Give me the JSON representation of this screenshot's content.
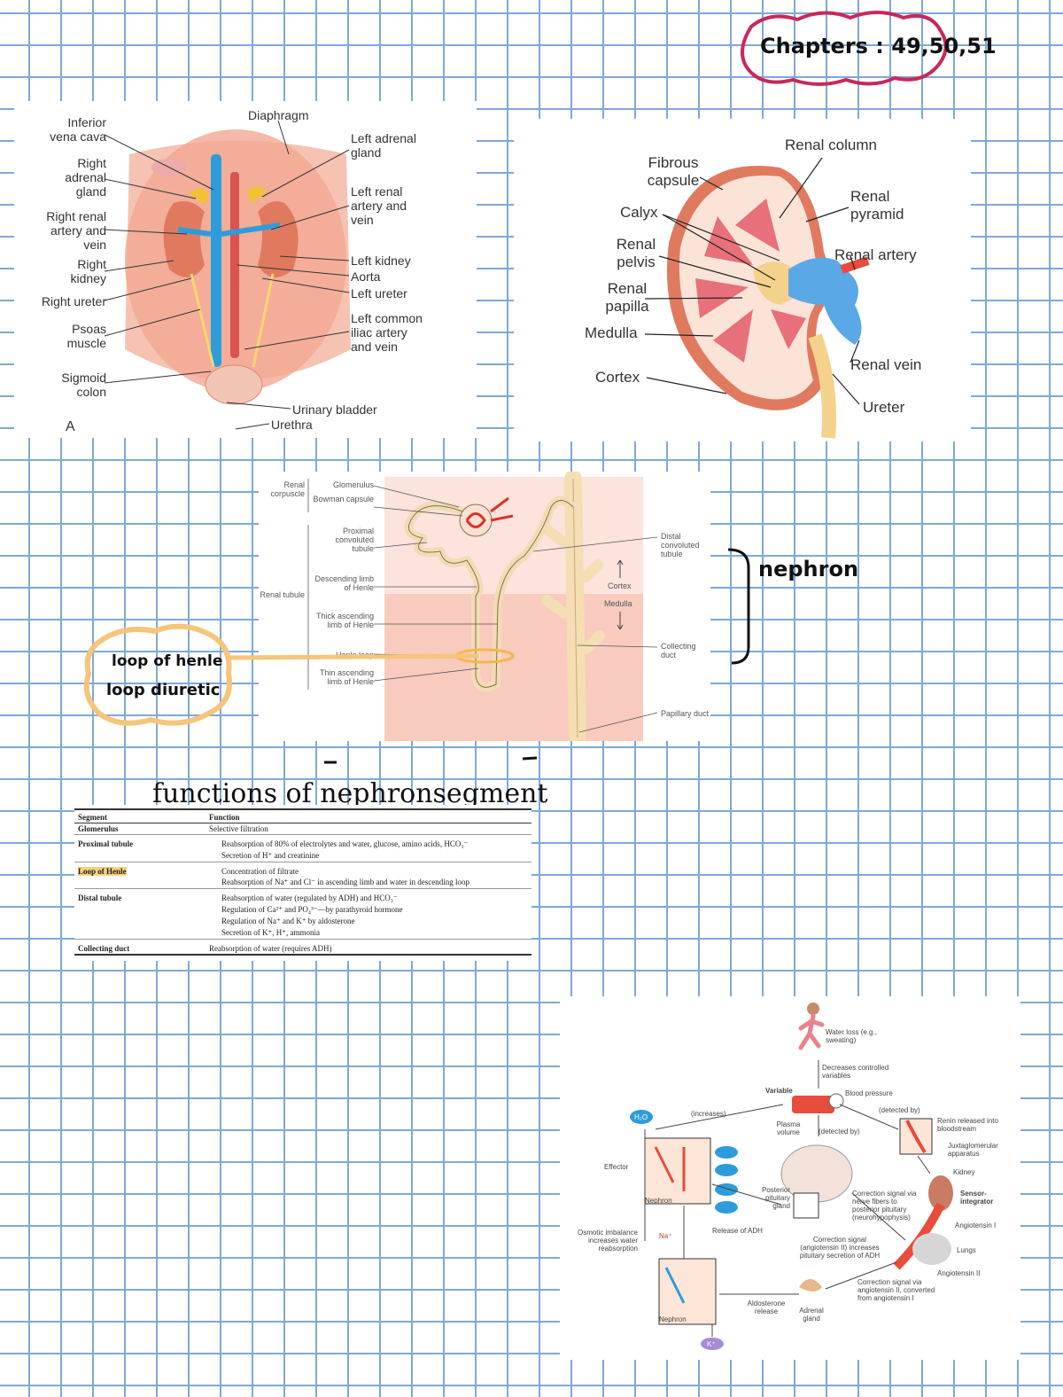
{
  "title_tag": "Chapters : 49,50,51",
  "anatomy": {
    "labels": {
      "ivc": "Inferior vena cava",
      "diaphragm": "Diaphragm",
      "right_adrenal": "Right adrenal gland",
      "left_adrenal": "Left adrenal gland",
      "right_renal": "Right renal artery and vein",
      "left_renal": "Left renal artery and vein",
      "right_kidney": "Right kidney",
      "left_kidney": "Left kidney",
      "aorta": "Aorta",
      "right_ureter": "Right ureter",
      "left_ureter": "Left ureter",
      "psoas": "Psoas muscle",
      "left_iliac": "Left common iliac artery and vein",
      "sigmoid": "Sigmoid colon",
      "bladder": "Urinary bladder",
      "urethra": "Urethra",
      "panel_letter": "A"
    }
  },
  "kidney": {
    "labels": {
      "fibrous": "Fibrous capsule",
      "renal_column": "Renal column",
      "renal_pyramid": "Renal pyramid",
      "calyx": "Calyx",
      "renal_pelvis": "Renal pelvis",
      "renal_artery": "Renal artery",
      "renal_papilla": "Renal papilla",
      "medulla": "Medulla",
      "renal_vein": "Renal vein",
      "cortex": "Cortex",
      "ureter": "Ureter"
    }
  },
  "nephron": {
    "labels": {
      "renal_corpuscle": "Renal corpuscle",
      "glomerulus": "Glomerulus",
      "bowman": "Bowman capsule",
      "proximal": "Proximal convoluted tubule",
      "renal_tubule": "Renal tubule",
      "descending": "Descending limb of Henle",
      "thick_ascending": "Thick ascending limb of Henle",
      "henle_loop": "Henle loop",
      "thin_ascending": "Thin ascending limb of Henle",
      "distal": "Distal convoluted tubule",
      "cortex": "Cortex",
      "medulla": "Medulla",
      "collecting": "Collecting duct",
      "papillary": "Papillary duct"
    },
    "note_nephron": "nephron",
    "note_loop_1": "loop of henle",
    "note_loop_2": "loop diuretic"
  },
  "functions": {
    "heading": "functions of nephronsegment",
    "col_segment": "Segment",
    "col_function": "Function",
    "rows": [
      {
        "segment": "Glomerulus",
        "lines": [
          "Selective filtration"
        ]
      },
      {
        "segment": "Proximal tubule",
        "lines": [
          "Reabsorption of 80% of electrolytes and water, glucose, amino acids, HCO₃⁻",
          "Secretion of H⁺ and creatinine"
        ]
      },
      {
        "segment": "Loop of Henle",
        "lines": [
          "Concentration of filtrate",
          "Reabsorption of Na⁺ and Cl⁻ in ascending limb and water in descending loop"
        ]
      },
      {
        "segment": "Distal tubule",
        "lines": [
          "Reabsorption of water (regulated by ADH) and HCO₃⁻",
          "Regulation of Ca²⁺ and PO₄³⁻—by parathyroid hormone",
          "Regulation of Na⁺ and K⁺ by aldosterone",
          "Secretion of K⁺, H⁺, ammonia"
        ]
      },
      {
        "segment": "Collecting duct",
        "lines": [
          "Reabsorption of water (requires ADH)"
        ]
      }
    ]
  },
  "feedback": {
    "labels": {
      "water_loss": "Water loss (e.g., sweating)",
      "decreases": "Decreases controlled variables",
      "variable": "Variable",
      "blood_pressure": "Blood pressure",
      "increases": "(increases)",
      "detected_by_1": "(detected by)",
      "detected_by_2": "(detected by)",
      "plasma_volume": "Plasma volume",
      "renin": "Renin released into bloodstream",
      "juxta": "Juxtaglomerular apparatus",
      "kidney": "Kidney",
      "sensor": "Sensor-integrator",
      "angiotensin_1": "Angiotensin I",
      "lungs": "Lungs",
      "angiotensin_2": "Angiotensin II",
      "effector": "Effector",
      "nephron_1": "Nephron",
      "nephron_2": "Nephron",
      "posterior": "Posterior pituitary gland",
      "correction_nerve": "Correction signal via nerve fibers to posterior pituitary (neurohypophysis)",
      "release_adh": "Release of ADH",
      "correction_ang": "Correction signal (angiotensin II) increases pituitary secretion of ADH",
      "osmotic": "Osmotic imbalance increases water reabsorption",
      "correction_via": "Correction signal via angiotensin II, converted from angiotensin I",
      "aldosterone": "Aldosterone release",
      "adrenal": "Adrenal gland",
      "h2o": "H₂O",
      "na": "Na⁺",
      "k": "K⁺"
    }
  }
}
